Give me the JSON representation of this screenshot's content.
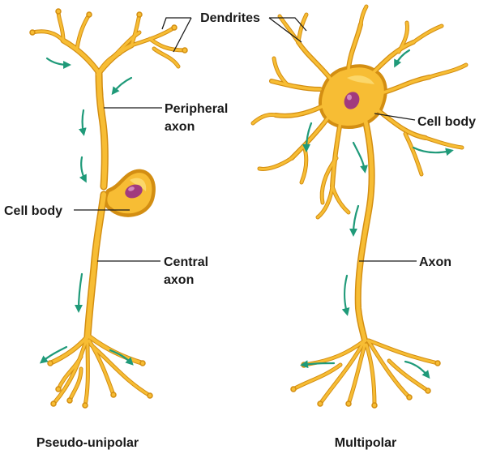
{
  "colors": {
    "neuron_fill": "#f7bd34",
    "neuron_outline": "#d38e12",
    "nucleus": "#a13a7e",
    "arrow": "#1f9a79",
    "label": "#1a1a1a",
    "background": "#ffffff"
  },
  "labels": {
    "dendrites": "Dendrites",
    "peripheral_axon_line1": "Peripheral",
    "peripheral_axon_line2": "axon",
    "cell_body_left": "Cell body",
    "central_axon_line1": "Central",
    "central_axon_line2": "axon",
    "cell_body_right": "Cell body",
    "axon": "Axon"
  },
  "captions": {
    "left": "Pseudo-unipolar",
    "right": "Multipolar"
  }
}
